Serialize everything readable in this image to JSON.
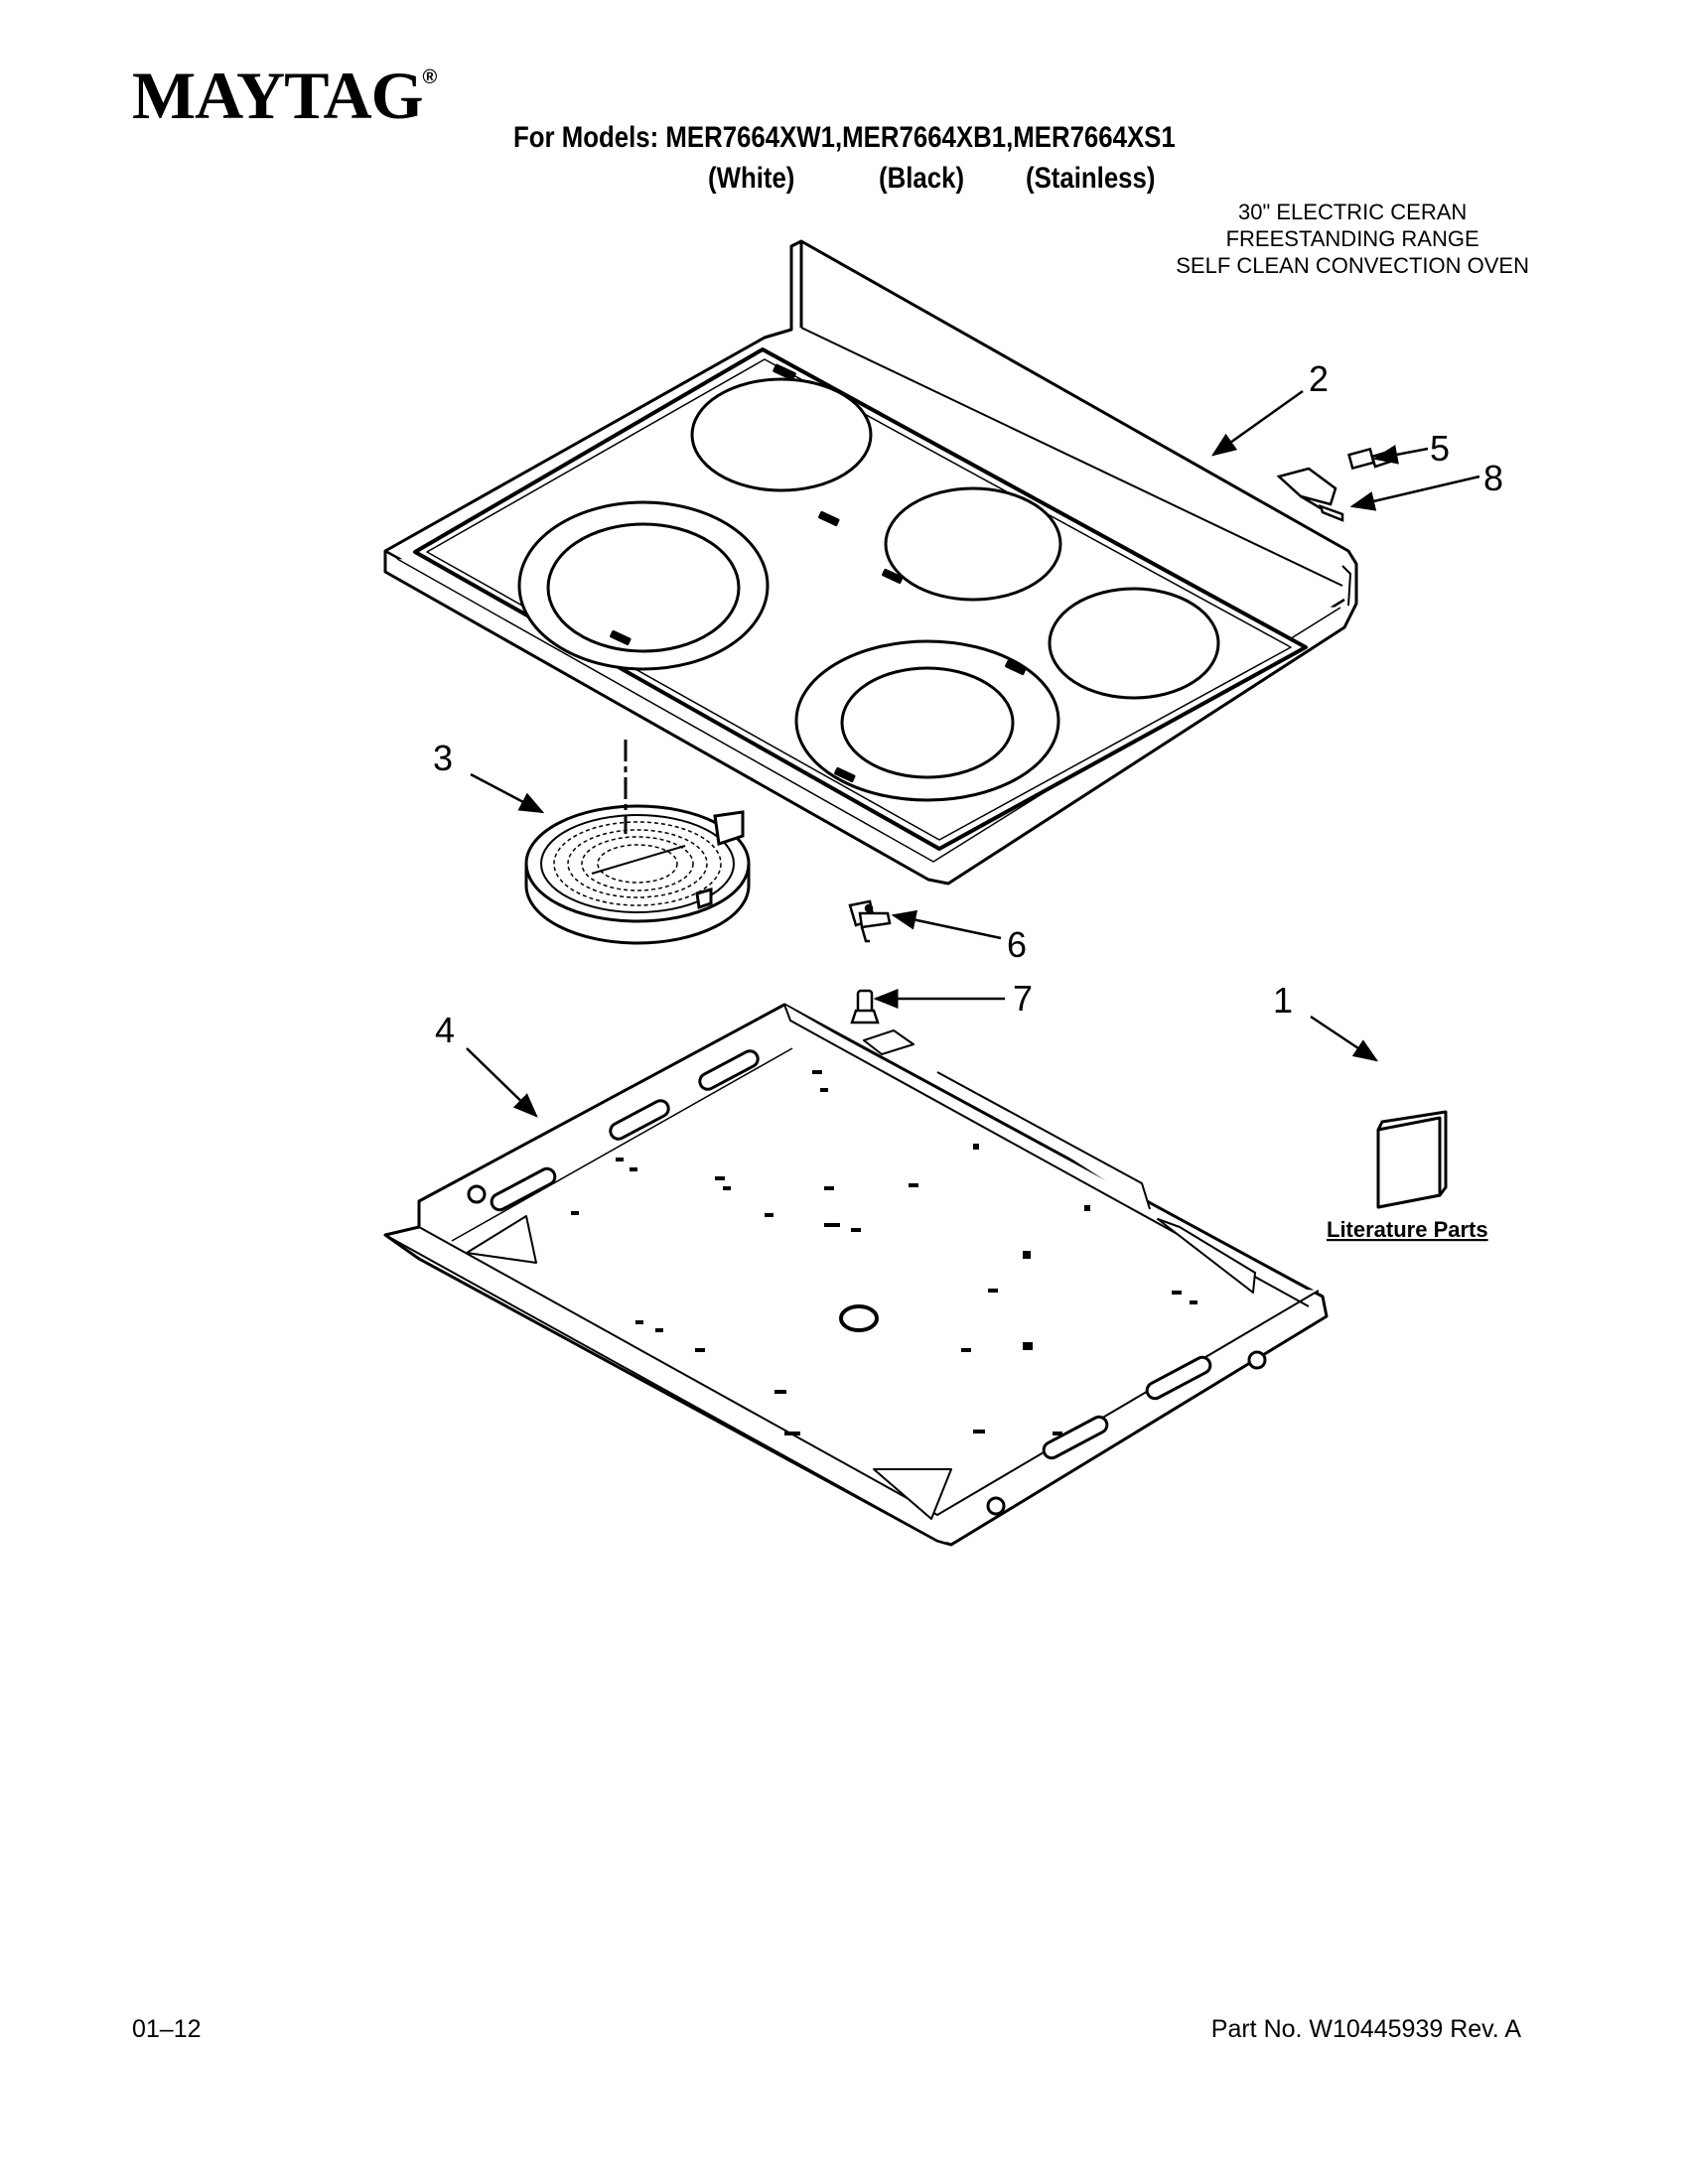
{
  "header": {
    "brand": "MAYTAG",
    "brand_mark": "®",
    "models_line": "For Models: MER7664XW1,MER7664XB1,MER7664XS1",
    "color_white": "(White)",
    "color_black": "(Black)",
    "color_stainless": "(Stainless)"
  },
  "description": {
    "line1": "30\" ELECTRIC CERAN",
    "line2": "FREESTANDING RANGE",
    "line3": "SELF CLEAN CONVECTION OVEN"
  },
  "callouts": {
    "c1": "1",
    "c2": "2",
    "c3": "3",
    "c4": "4",
    "c5": "5",
    "c6": "6",
    "c7": "7",
    "c8": "8"
  },
  "literature_label": "Literature Parts",
  "footer": {
    "date_code": "01–12",
    "part_number": "Part No. W10445939 Rev. A"
  }
}
